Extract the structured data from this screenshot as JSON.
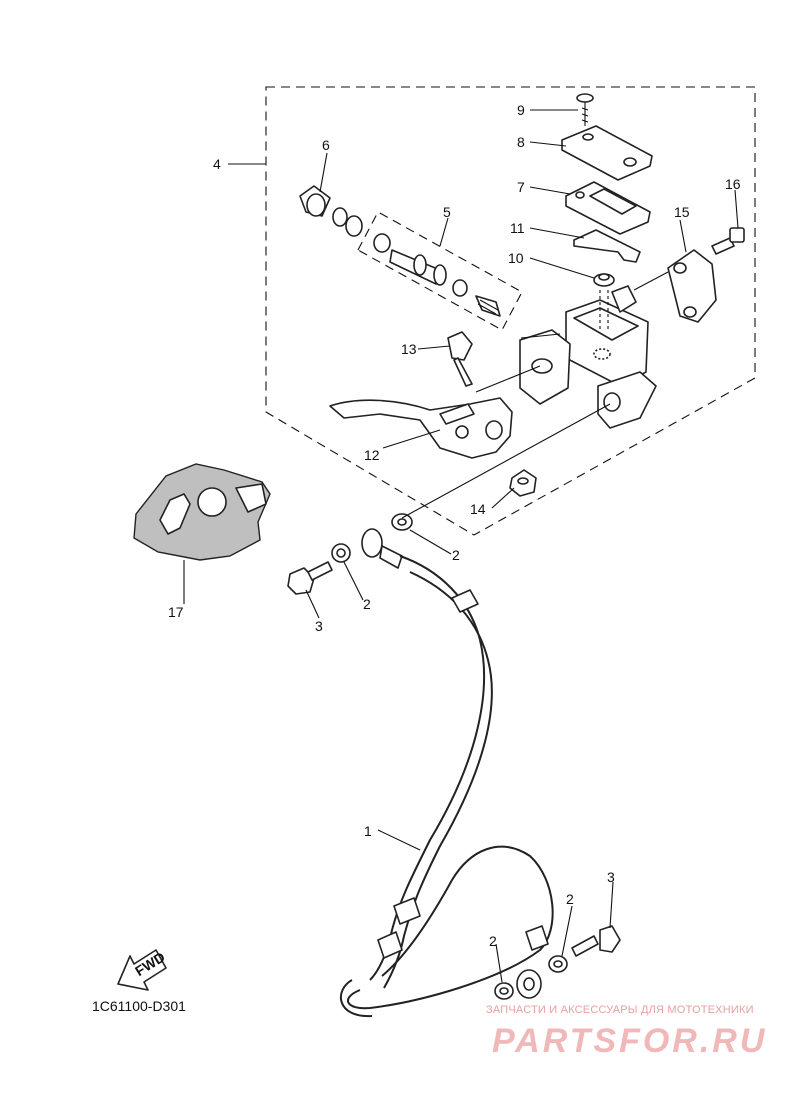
{
  "diagram": {
    "callouts": [
      {
        "id": "1",
        "label": "1"
      },
      {
        "id": "2a",
        "label": "2"
      },
      {
        "id": "2b",
        "label": "2"
      },
      {
        "id": "2c",
        "label": "2"
      },
      {
        "id": "2d",
        "label": "2"
      },
      {
        "id": "3a",
        "label": "3"
      },
      {
        "id": "3b",
        "label": "3"
      },
      {
        "id": "4",
        "label": "4"
      },
      {
        "id": "5",
        "label": "5"
      },
      {
        "id": "6",
        "label": "6"
      },
      {
        "id": "7",
        "label": "7"
      },
      {
        "id": "8",
        "label": "8"
      },
      {
        "id": "9",
        "label": "9"
      },
      {
        "id": "10",
        "label": "10"
      },
      {
        "id": "11",
        "label": "11"
      },
      {
        "id": "12",
        "label": "12"
      },
      {
        "id": "13",
        "label": "13"
      },
      {
        "id": "14",
        "label": "14"
      },
      {
        "id": "15",
        "label": "15"
      },
      {
        "id": "16",
        "label": "16"
      },
      {
        "id": "17",
        "label": "17"
      }
    ],
    "fwd_label": "FWD",
    "drawing_code": "1C61100-D301"
  },
  "watermark": {
    "tagline": "ЗАПЧАСТИ И АКСЕССУАРЫ ДЛЯ МОТОТЕХНИКИ",
    "brand": "PARTSFOR.RU",
    "color": "#f0b8b8"
  }
}
